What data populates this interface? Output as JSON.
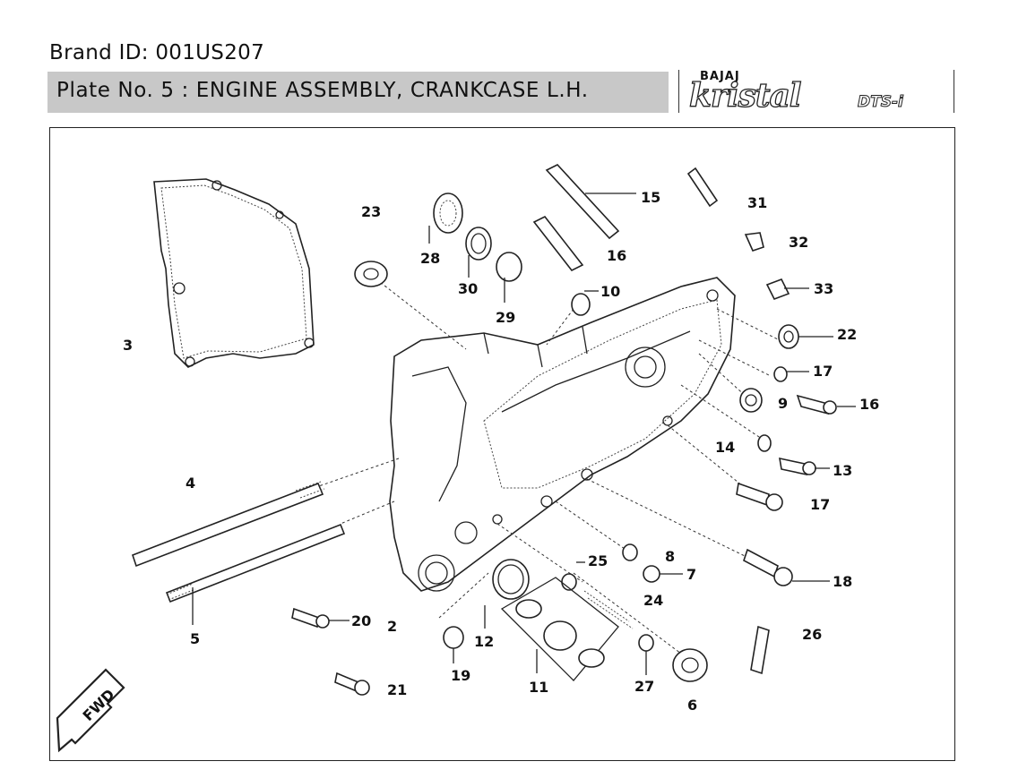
{
  "header": {
    "brand_id": "Brand ID: 001US207",
    "plate_title": "Plate No. 5  : ENGINE ASSEMBLY, CRANKCASE L.H."
  },
  "logo": {
    "maker": "BAJAJ",
    "model": "kristal",
    "variant": "DTS-i"
  },
  "fwd_label": "FWD",
  "callouts": {
    "c3": "3",
    "c4": "4",
    "c5": "5",
    "c2": "2",
    "c20": "20",
    "c21": "21",
    "c23": "23",
    "c28": "28",
    "c30": "30",
    "c29": "29",
    "c15": "15",
    "c16a": "16",
    "c31": "31",
    "c32": "32",
    "c33": "33",
    "c10": "10",
    "c22": "22",
    "c17a": "17",
    "c9": "9",
    "c16b": "16",
    "c14": "14",
    "c13": "13",
    "c17b": "17",
    "c18": "18",
    "c8": "8",
    "c7": "7",
    "c24": "24",
    "c25": "25",
    "c12": "12",
    "c19": "19",
    "c11": "11",
    "c27": "27",
    "c6": "6",
    "c26": "26"
  },
  "colors": {
    "title_bar": "#c8c8c8",
    "line": "#222222"
  }
}
